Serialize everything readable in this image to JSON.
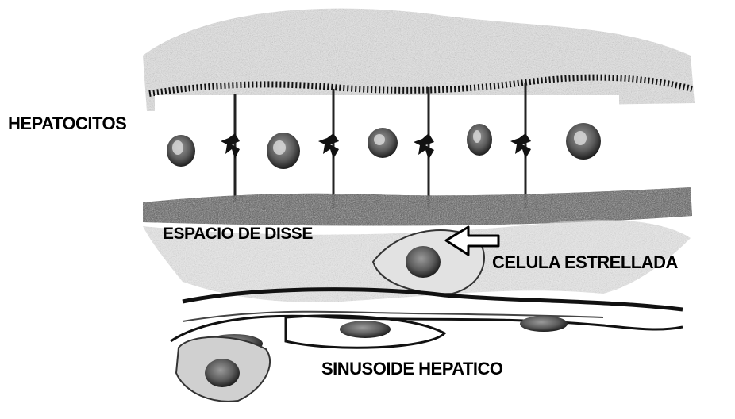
{
  "labels": {
    "hepatocytes": "HEPATOCITOS",
    "space_of_disse": "ESPACIO DE DISSE",
    "stellate_cell": "CELULA ESTRELLADA",
    "sinusoid": "SINUSOIDE HEPATICO"
  },
  "colors": {
    "ink": "#000000",
    "cytoplasm_gray": "#bdbdbd",
    "nucleus_gray": "#6e6e6e",
    "background": "#ffffff"
  },
  "icons": {
    "pointer": "hollow-arrow-left-icon"
  }
}
